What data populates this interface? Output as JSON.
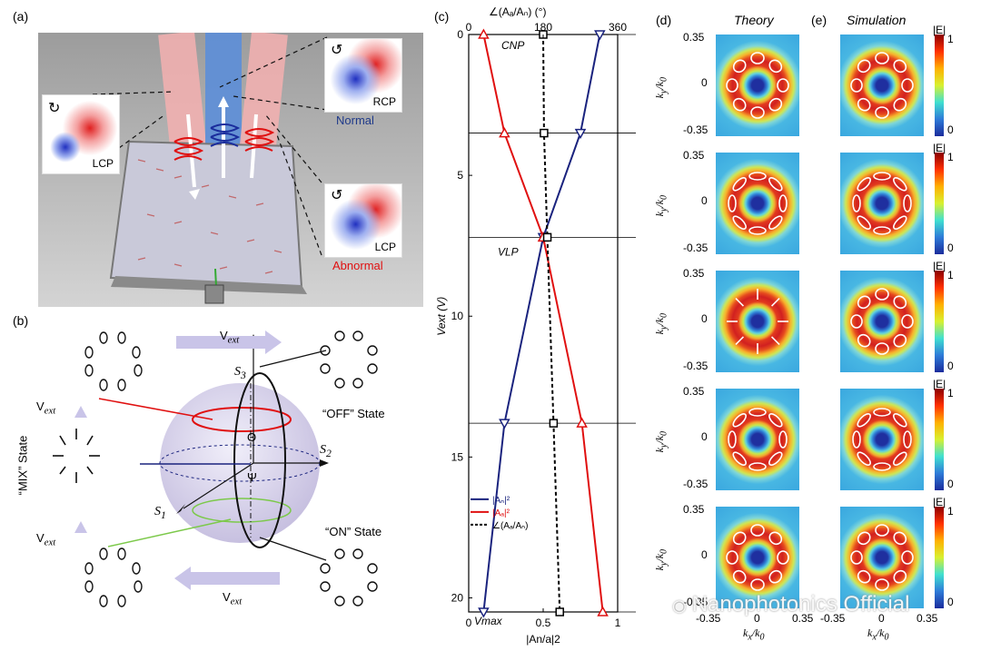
{
  "panels": {
    "a": "(a)",
    "b": "(b)",
    "c": "(c)",
    "d": "(d)",
    "e": "(e)"
  },
  "panel_a": {
    "lcp_top": "LCP",
    "rcp": "RCP",
    "normal": "Normal",
    "lcp_bottom": "LCP",
    "abnormal": "Abnormal",
    "colors": {
      "normal": "#1f3a8a",
      "abnormal": "#e01010"
    }
  },
  "panel_b": {
    "vext": "V",
    "vext_sub": "ext",
    "off_state": "“OFF” State",
    "on_state": "“ON” State",
    "mix_state": "“MIX” State",
    "s1": "S",
    "s2": "S",
    "s3": "S",
    "s1_sub": "1",
    "s2_sub": "2",
    "s3_sub": "3",
    "theta": "Θ",
    "psi": "Ψ"
  },
  "panel_c": {
    "top_axis_label": "∠(Aₐ/Aₙ) (°)",
    "top_ticks": [
      "0",
      "180",
      "360"
    ],
    "ylabel": "V",
    "ylabel_sub": "ext",
    "ylabel_unit": "(V)",
    "xlabel": "|A",
    "xlabel_sub": "n/a",
    "xlabel_sup": "2",
    "x_ticks": [
      "0",
      "0.5",
      "1"
    ],
    "y_ticks": [
      "0",
      "5",
      "10",
      "15",
      "20"
    ],
    "cnp": "CNP",
    "vlp": "V",
    "vlp_sub": "LP",
    "vmax": "V",
    "vmax_sub": "max",
    "legend": [
      "|Aₙ|²",
      "|Aₐ|²",
      "∠(Aₐ/Aₙ)"
    ]
  },
  "chart_data": {
    "type": "line",
    "xlabel": "|A n/a|^2",
    "ylabel": "V ext (V)",
    "xlim": [
      0,
      1
    ],
    "ylim": [
      0,
      20.5
    ],
    "series": [
      {
        "name": "|A_n|^2",
        "color": "#1a237e",
        "marker": "down-triangle",
        "points": [
          [
            0.88,
            0
          ],
          [
            0.75,
            3.5
          ],
          [
            0.5,
            7.2
          ],
          [
            0.24,
            13.8
          ],
          [
            0.1,
            20.5
          ]
        ]
      },
      {
        "name": "|A_a|^2",
        "color": "#e01010",
        "marker": "up-triangle",
        "points": [
          [
            0.1,
            0
          ],
          [
            0.24,
            3.5
          ],
          [
            0.5,
            7.2
          ],
          [
            0.76,
            13.8
          ],
          [
            0.9,
            20.5
          ]
        ]
      },
      {
        "name": "∠(A_a/A_n)",
        "color": "#000000",
        "marker": "square",
        "dashed": true,
        "points": [
          [
            180,
            0
          ],
          [
            182,
            3.5
          ],
          [
            190,
            7.2
          ],
          [
            205,
            13.8
          ],
          [
            220,
            20.5
          ]
        ]
      }
    ],
    "top_axis": {
      "label": "∠(A_a/A_n) (°)",
      "range": [
        0,
        360
      ]
    }
  },
  "panel_d": {
    "title": "Theory",
    "cbar_label": "|E|",
    "cbar_max": "1",
    "cbar_min": "0"
  },
  "panel_e": {
    "title": "Simulation",
    "cbar_label": "|E|",
    "cbar_max": "1",
    "cbar_min": "0"
  },
  "maps": {
    "ytick_top": "0.35",
    "ytick_mid": "0",
    "ytick_bot": "-0.35",
    "ylabel": "k",
    "ylabel_sub": "y",
    "ylabel_den": "/k",
    "ylabel_den_sub": "0",
    "xticks": [
      "-0.35",
      "0",
      "0.35"
    ],
    "xlabel": "k",
    "xlabel_sub": "x",
    "xlabel_den": "/k",
    "xlabel_den_sub": "0"
  },
  "watermark": "Nanophotonics Official"
}
